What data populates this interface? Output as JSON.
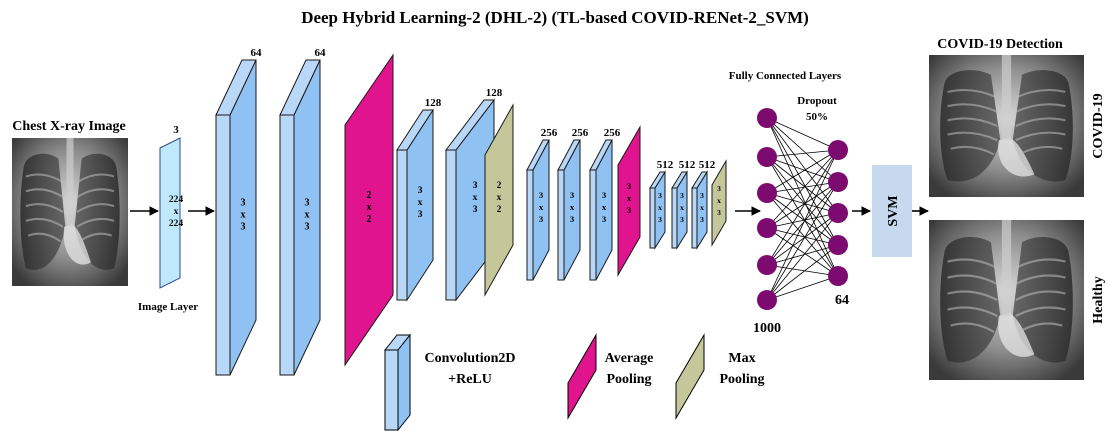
{
  "title": "Deep Hybrid Learning-2 (DHL-2) (TL-based COVID-RENet-2_SVM)",
  "input": {
    "title": "Chest X-ray Image",
    "layer_channels": "3",
    "layer_size": [
      "224",
      "x",
      "224"
    ],
    "layer_label": "Image Layer"
  },
  "blocks": [
    {
      "type": "conv",
      "channels": "64",
      "kernel": [
        "3",
        "x",
        "3"
      ]
    },
    {
      "type": "conv",
      "channels": "64",
      "kernel": [
        "3",
        "x",
        "3"
      ]
    },
    {
      "type": "avgpool",
      "channels": "",
      "kernel": [
        "2",
        "x",
        "2"
      ]
    },
    {
      "type": "conv",
      "channels": "128",
      "kernel": [
        "3",
        "x",
        "3"
      ]
    },
    {
      "type": "conv",
      "channels": "128",
      "kernel": [
        "3",
        "x",
        "3"
      ]
    },
    {
      "type": "maxpool",
      "channels": "",
      "kernel": [
        "2",
        "x",
        "2"
      ]
    },
    {
      "type": "conv",
      "channels": "256",
      "kernel": [
        "3",
        "x",
        "3"
      ]
    },
    {
      "type": "conv",
      "channels": "256",
      "kernel": [
        "3",
        "x",
        "3"
      ]
    },
    {
      "type": "conv",
      "channels": "256",
      "kernel": [
        "3",
        "x",
        "3"
      ]
    },
    {
      "type": "avgpool",
      "channels": "",
      "kernel": [
        "3",
        "x",
        "3"
      ]
    },
    {
      "type": "conv",
      "channels": "512",
      "kernel": [
        "3",
        "x",
        "3"
      ]
    },
    {
      "type": "conv",
      "channels": "512",
      "kernel": [
        "3",
        "x",
        "3"
      ]
    },
    {
      "type": "conv",
      "channels": "512",
      "kernel": [
        "3",
        "x",
        "3"
      ]
    },
    {
      "type": "maxpool",
      "channels": "",
      "kernel": [
        "3",
        "x",
        "3"
      ]
    }
  ],
  "fc": {
    "title": "Fully Connected Layers",
    "dropout": "Dropout",
    "dropout_rate": "50%",
    "layer1_units": "1000",
    "layer2_units": "64"
  },
  "classifier": "SVM",
  "output": {
    "title": "COVID-19 Detection",
    "class1": "COVID-19",
    "class2": "Healthy"
  },
  "legend": [
    {
      "type": "conv",
      "label": [
        "Convolution2D",
        "+ReLU"
      ]
    },
    {
      "type": "avgpool",
      "label": [
        "Average",
        "Pooling"
      ]
    },
    {
      "type": "maxpool",
      "label": [
        "Max",
        "Pooling"
      ]
    }
  ],
  "colors": {
    "conv": "#7fb6f2",
    "conv_light": "#b9d7f7",
    "avgpool": "#e0148e",
    "maxpool": "#c5c79a",
    "input_layer": "#bfe9fb",
    "neuron": "#7d0a6e",
    "svm_box": "#c7d9ee"
  },
  "icons": {
    "xray": "chest-xray-image",
    "arrow": "right-arrow-icon"
  }
}
